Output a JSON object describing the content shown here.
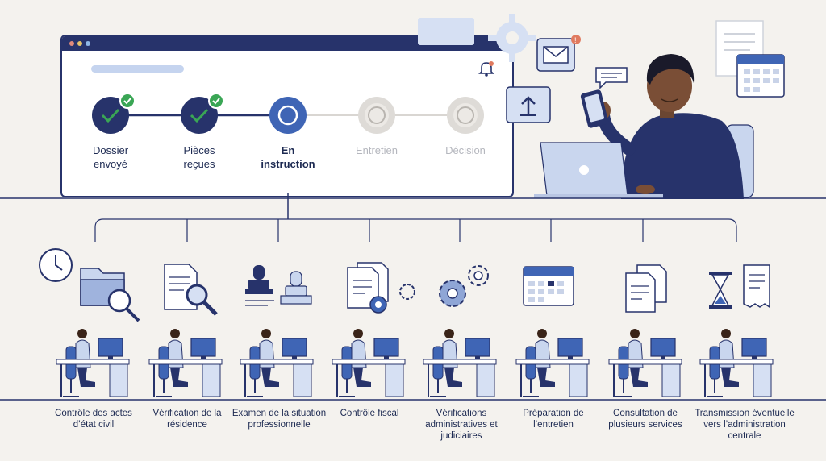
{
  "steps": [
    {
      "label": "Dossier\nenvoyé",
      "state": "done"
    },
    {
      "label": "Pièces\nreçues",
      "state": "done"
    },
    {
      "label": "En\ninstruction",
      "state": "current"
    },
    {
      "label": "Entretien",
      "state": "pending"
    },
    {
      "label": "Décision",
      "state": "pending"
    }
  ],
  "tasks": [
    {
      "label": "Contrôle des actes d’état civil"
    },
    {
      "label": "Vérification de la résidence"
    },
    {
      "label": "Examen de la situation professionnelle"
    },
    {
      "label": "Contrôle fiscal"
    },
    {
      "label": "Vérifications administratives et judiciaires"
    },
    {
      "label": "Préparation de l’entretien"
    },
    {
      "label": "Consultation de plusieurs services"
    },
    {
      "label": "Transmission éventuelle vers l’administration centrale"
    }
  ],
  "icons": {
    "task_icons": [
      "clock-icon",
      "folder-magnifier-icon",
      "document-search-icon",
      "stamp-icon",
      "document-gear-icon",
      "gears-icon",
      "calendar-icon",
      "documents-icon",
      "hourglass-icon",
      "receipt-icon"
    ]
  },
  "colors": {
    "navy": "#27336b",
    "done_green": "#3aa655",
    "current_blue": "#3f65b5",
    "pending_grey": "#d9d6d2"
  }
}
